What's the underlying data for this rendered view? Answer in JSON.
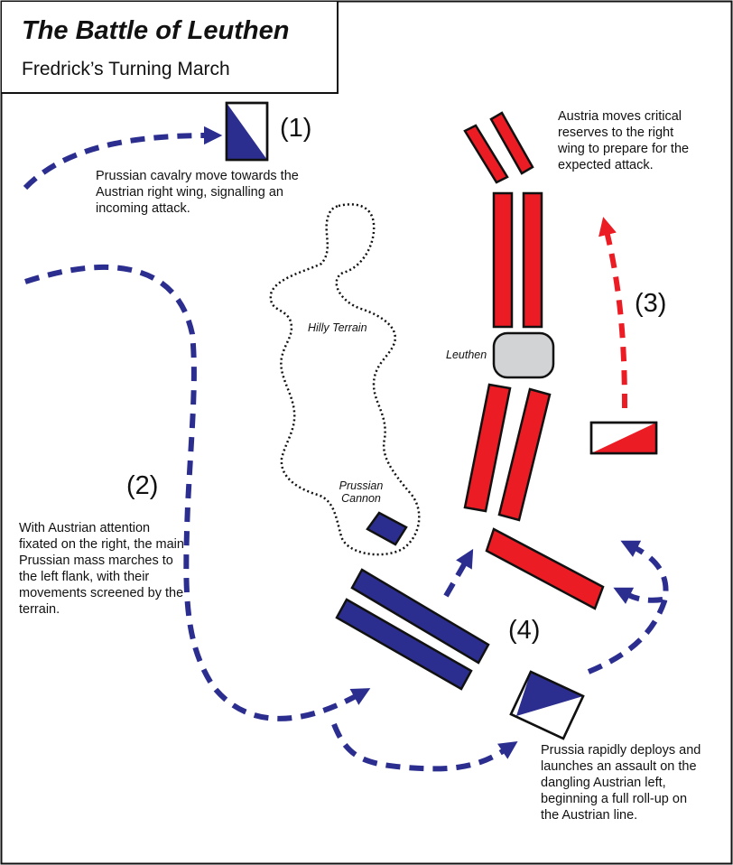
{
  "header": {
    "title": "The Battle of Leuthen",
    "subtitle": "Fredrick’s Turning March"
  },
  "colors": {
    "prussian": "#2b2e8f",
    "austrian": "#ec1c24",
    "town": "#d1d3d4",
    "outline": "#111111"
  },
  "steps": [
    {
      "number": "(1)",
      "description": "Prussian cavalry move towards the Austrian right wing, signalling an incoming attack."
    },
    {
      "number": "(2)",
      "description": "With Austrian attention fixated on the right, the main Prussian mass marches to the left flank, with their movements screened by the terrain."
    },
    {
      "number": "(3)",
      "description": "Austria moves critical reserves to the right wing to prepare for the expected attack."
    },
    {
      "number": "(4)",
      "description": "Prussia rapidly deploys and launches an assault on the dangling Austrian left, beginning a full roll-up on the Austrian line."
    }
  ],
  "map_labels": {
    "terrain": "Hilly Terrain",
    "cannon": "Prussian Cannon",
    "town": "Leuthen"
  }
}
